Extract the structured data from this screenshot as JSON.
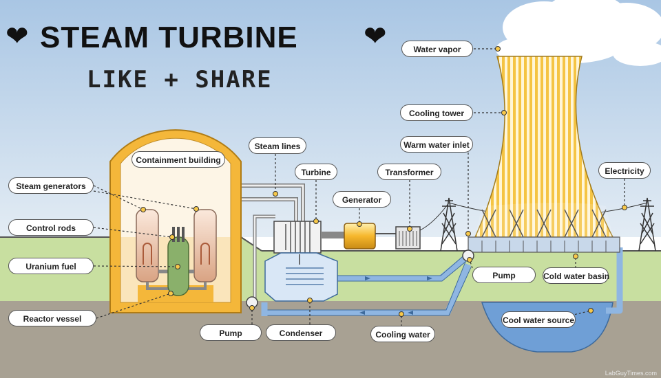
{
  "title": "STEAM TURBINE",
  "subtitle": "LIKE + SHARE",
  "heart_glyph": "❤",
  "credit": "LabGuyTimes.com",
  "labels": {
    "water_vapor": "Water vapor",
    "cooling_tower": "Cooling tower",
    "warm_water_inlet": "Warm water inlet",
    "steam_lines": "Steam lines",
    "containment_building": "Containment building",
    "turbine": "Turbine",
    "transformer": "Transformer",
    "electricity": "Electricity",
    "generator": "Generator",
    "steam_generators": "Steam generators",
    "control_rods": "Control rods",
    "uranium_fuel": "Uranium fuel",
    "pump_right": "Pump",
    "cold_water_basin": "Cold water basin",
    "reactor_vessel": "Reactor vessel",
    "cool_water_source": "Cool water source",
    "pump_left": "Pump",
    "condenser": "Condenser",
    "cooling_water": "Cooling water"
  },
  "colors": {
    "sky_top": "#a9c6e4",
    "sky_bottom": "#dfeaf4",
    "grass": "#c8dfa0",
    "ground": "#a8a193",
    "containment": "#f4b73a",
    "tower_stripes": "#f7c84a",
    "water": "#6f9fd6",
    "reactor_core": "#8ab06b"
  }
}
